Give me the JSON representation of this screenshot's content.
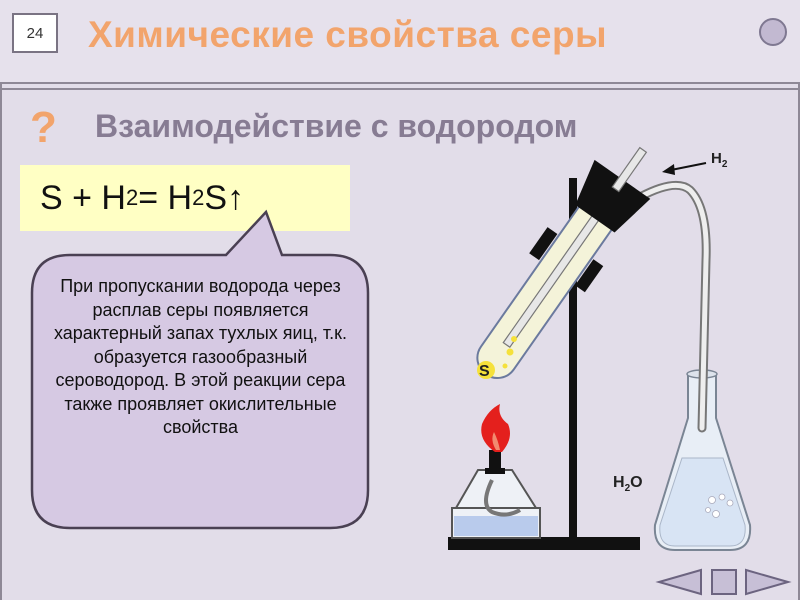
{
  "slide": {
    "number": "24",
    "title": "Химические свойства серы",
    "question_mark": "?",
    "subtitle": "Взаимодействие с водородом"
  },
  "equation": {
    "part1": "S + H",
    "sub1": "2",
    "part2": " = H",
    "sub2": "2",
    "part3": "S↑"
  },
  "callout": {
    "text": "При пропускании водорода через расплав серы появляется характерный запах тухлых яиц, т.к. образуется газообразный сероводород. В этой реакции сера также проявляет  окислительные свойства"
  },
  "labels": {
    "h2": "H",
    "h2_sub": "2",
    "s": "S",
    "h2o_h": "H",
    "h2o_sub": "2",
    "h2o_o": "O"
  },
  "colors": {
    "title": "#f2a46c",
    "subtitle": "#877c93",
    "equation_bg": "#ffffc4",
    "callout_bg": "#d6c9e3",
    "sulfur": "#f5e13a",
    "flame": "#e4201d"
  },
  "navigation": [
    "prev-arrow-icon",
    "stop-square-icon",
    "next-arrow-icon"
  ]
}
